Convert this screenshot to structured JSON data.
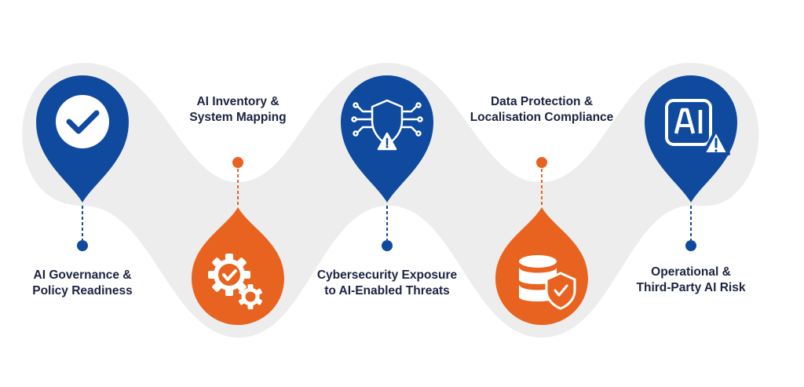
{
  "colors": {
    "blue": "#0f4a9e",
    "orange": "#e8631f",
    "band": "#ededed",
    "text": "#1c2340"
  },
  "steps": [
    {
      "lines": [
        "AI Governance &",
        "Policy Readiness"
      ],
      "color": "blue",
      "icon": "checkmark-icon"
    },
    {
      "lines": [
        "AI Inventory &",
        "System Mapping"
      ],
      "color": "orange",
      "icon": "gears-icon"
    },
    {
      "lines": [
        "Cybersecurity Exposure",
        "to AI-Enabled Threats"
      ],
      "color": "blue",
      "icon": "shield-circuit-warning-icon"
    },
    {
      "lines": [
        "Data Protection &",
        "Localisation Compliance"
      ],
      "color": "orange",
      "icon": "database-shield-icon"
    },
    {
      "lines": [
        "Operational &",
        "Third-Party AI Risk"
      ],
      "color": "blue",
      "icon": "ai-chip-warning-icon"
    }
  ]
}
